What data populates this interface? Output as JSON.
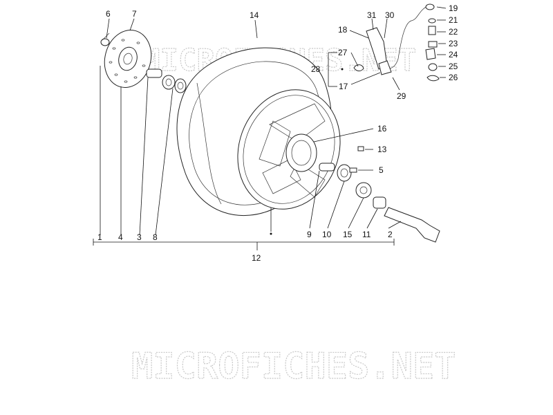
{
  "diagram": {
    "watermarks": [
      {
        "text": "MICROFICHES.NET"
      },
      {
        "text": "MICROFICHES.NET"
      }
    ],
    "labels": {
      "p1": "1",
      "p2": "2",
      "p3": "3",
      "p4": "4",
      "p5": "5",
      "p6": "6",
      "p7": "7",
      "p8": "8",
      "p9": "9",
      "p10": "10",
      "p11": "11",
      "p12": "12",
      "p13": "13",
      "p14": "14",
      "p15": "15",
      "p16": "16",
      "p17": "17",
      "p18": "18",
      "p19": "19",
      "p21": "21",
      "p22": "22",
      "p23": "23",
      "p24": "24",
      "p25": "25",
      "p26": "26",
      "p27": "27",
      "p28": "28",
      "p29": "29",
      "p30": "30",
      "p31": "31"
    }
  }
}
